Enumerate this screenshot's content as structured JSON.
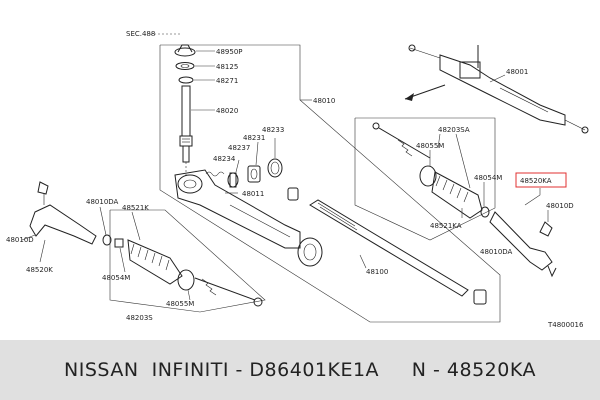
{
  "labels": {
    "sec": "SEC.488",
    "p48950P": "48950P",
    "p48125": "48125",
    "p48271": "48271",
    "p48020": "48020",
    "p48010": "48010",
    "p48001": "48001",
    "p48233": "48233",
    "p48231": "48231",
    "p48237": "48237",
    "p48234": "48234",
    "p48011": "48011",
    "p48203SA": "48203SA",
    "p48055M_r": "48055M",
    "p48054M_r": "48054M",
    "p48521KA": "48521KA",
    "p48520KA": "48520KA",
    "p48010D_r": "48010D",
    "p48010DA_r": "48010DA",
    "p48010DA_l": "48010DA",
    "p48521K": "48521K",
    "p48010D_l": "48010D",
    "p48520K": "48520K",
    "p48054M_l": "48054M",
    "p48055M_l": "48055M",
    "p48203S": "48203S",
    "p48100": "48100",
    "code": "T4800016"
  },
  "footer": "NISSAN  INFINITI - D86401KE1A     N - 48520KA",
  "colors": {
    "highlight_box": "#e03030",
    "bar": "#e0e0e0"
  }
}
